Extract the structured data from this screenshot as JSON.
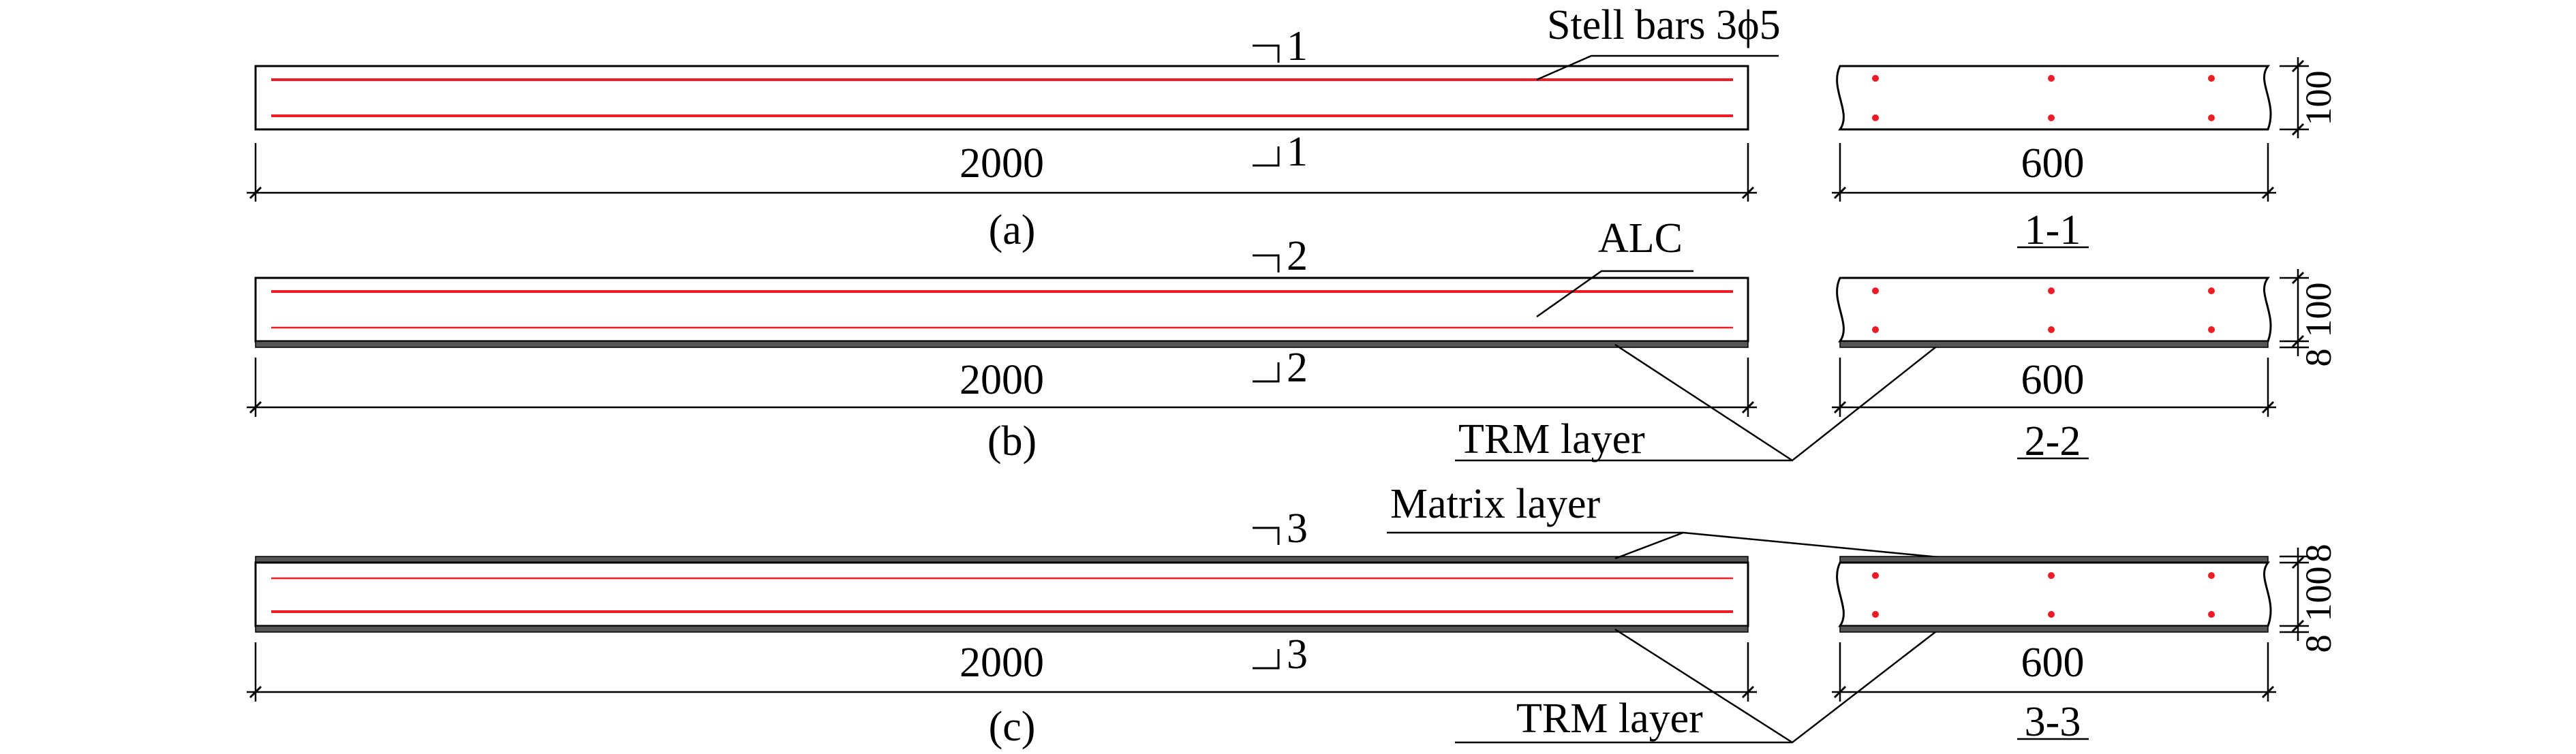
{
  "colors": {
    "reinforcement": "#ee1c25",
    "layer": "#555555",
    "line": "#000000"
  },
  "rows": [
    {
      "caption": "(a)",
      "section_mark": "1",
      "length": "2000",
      "width": "600",
      "thickness": "100",
      "section_label": "1-1",
      "annotations": {
        "bars": "Stell bars 3ϕ5"
      }
    },
    {
      "caption": "(b)",
      "section_mark": "2",
      "length": "2000",
      "width": "600",
      "thickness": "100",
      "layer_thickness_bottom": "8",
      "section_label": "2-2",
      "annotations": {
        "alc": "ALC",
        "trm": "TRM layer"
      }
    },
    {
      "caption": "(c)",
      "section_mark": "3",
      "length": "2000",
      "width": "600",
      "thickness": "100",
      "layer_thickness_top": "8",
      "layer_thickness_bottom": "8",
      "section_label": "3-3",
      "annotations": {
        "matrix": "Matrix layer",
        "trm": "TRM layer"
      }
    }
  ]
}
